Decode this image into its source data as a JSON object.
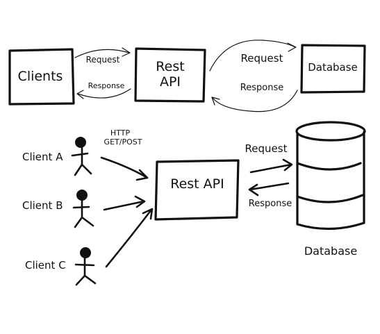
{
  "top_row": {
    "clients_box": "Clients",
    "api_box_line1": "Rest",
    "api_box_line2": "API",
    "database_box": "Database",
    "left_request": "Request",
    "left_response": "Response",
    "right_request": "Request",
    "right_response": "Response"
  },
  "bottom_row": {
    "http_line1": "HTTP",
    "http_line2": "GET/POST",
    "client_a": "Client A",
    "client_b": "Client B",
    "client_c": "Client C",
    "api_box": "Rest API",
    "request": "Request",
    "response": "Response",
    "database_label": "Database"
  }
}
